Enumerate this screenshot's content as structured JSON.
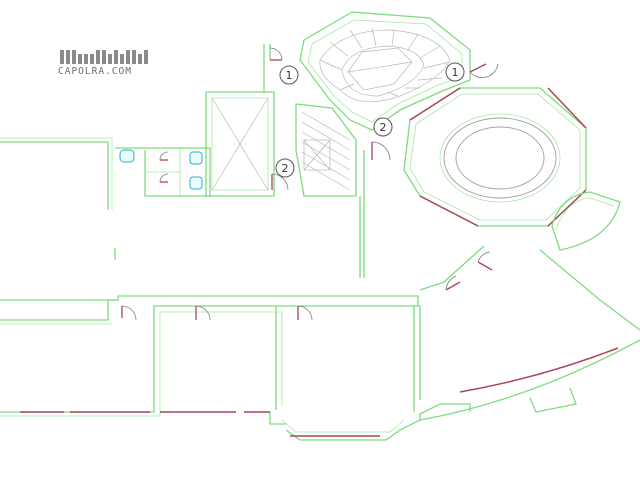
{
  "logo": {
    "text": "CAPOLRA.COM"
  },
  "door_tags": [
    {
      "label": "1"
    },
    {
      "label": "1"
    },
    {
      "label": "2"
    },
    {
      "label": "2"
    }
  ],
  "colors": {
    "walls": "#7ddc7d",
    "windows_doors": "#a8455e",
    "fixtures": "#2bb0c8",
    "background": "#ffffff"
  }
}
